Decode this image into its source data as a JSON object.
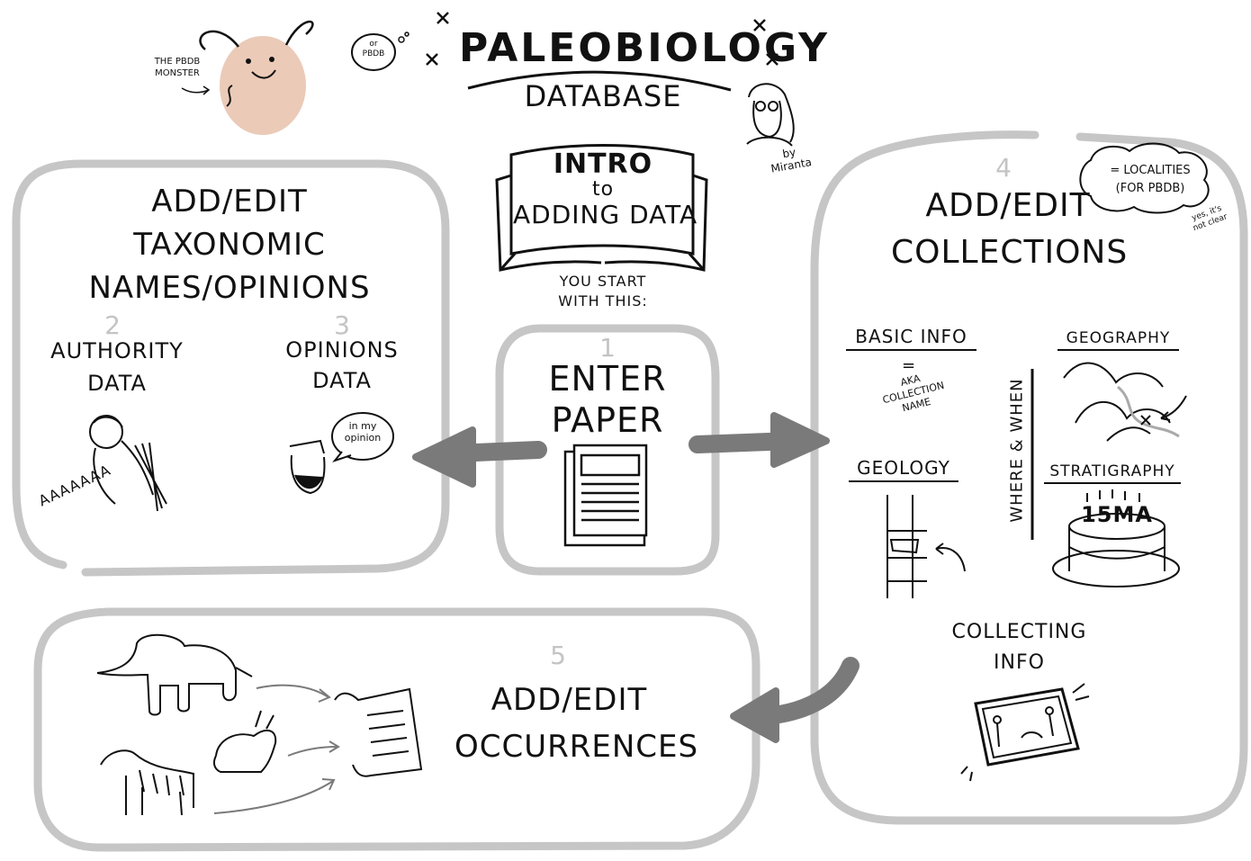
{
  "header": {
    "title": "PALEOBIOLOGY",
    "subtitle": "DATABASE",
    "or_label": "or\nPBDB",
    "monster_label": "THE PBDB\nMONSTER",
    "author": "by\nMiranta"
  },
  "banner": {
    "line1": "INTRO",
    "line2": "to",
    "line3": "ADDING DATA"
  },
  "start_note": "YOU START\nWITH THIS:",
  "step1": {
    "number": "1",
    "title": "ENTER\nPAPER"
  },
  "left_box": {
    "title": "ADD/EDIT\nTAXONOMIC\nNAMES/OPINIONS",
    "step2": {
      "number": "2",
      "title": "AUTHORITY\nDATA",
      "scream": "AAAAAAA"
    },
    "step3": {
      "number": "3",
      "title": "OPINIONS\nDATA",
      "bubble": "in my\nopinion"
    }
  },
  "right_box": {
    "number": "4",
    "title": "ADD/EDIT\nCOLLECTIONS",
    "localities_bubble": "= LOCALITIES\n(FOR PBDB)",
    "aside": "yes, it's\nnot clear",
    "where_when": "WHERE & WHEN",
    "basic_info": {
      "title": "BASIC INFO",
      "eq": "=",
      "note": "AKA\nCOLLECTION\nNAME"
    },
    "geography": {
      "title": "GEOGRAPHY"
    },
    "geology": {
      "title": "GEOLOGY"
    },
    "stratigraphy": {
      "title": "STRATIGRAPHY",
      "cake_label": "15MA"
    },
    "collecting": {
      "title": "COLLECTING\nINFO"
    }
  },
  "bottom_box": {
    "number": "5",
    "title": "ADD/EDIT\nOCCURRENCES"
  },
  "colors": {
    "box_stroke": "#c6c6c6",
    "arrow": "#7a7a7a",
    "ink": "#111111",
    "monster": "#e8c1ac"
  }
}
